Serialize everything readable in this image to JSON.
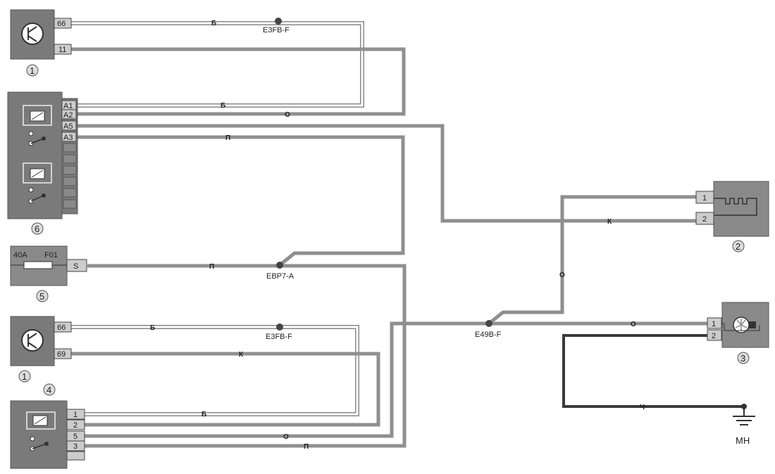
{
  "components": {
    "c1a": {
      "number": "1",
      "pins": [
        "66",
        "11"
      ]
    },
    "c6": {
      "number": "6",
      "pins": [
        "A1",
        "A2",
        "A5",
        "A3"
      ]
    },
    "c5": {
      "number": "5",
      "rating": "40A",
      "fuse": "F01",
      "pin": "S"
    },
    "c1b": {
      "number": "1",
      "pins": [
        "66",
        "69"
      ]
    },
    "c4": {
      "number": "4",
      "pins": [
        "1",
        "2",
        "5",
        "3"
      ]
    },
    "c2": {
      "number": "2",
      "pins": [
        "1",
        "2"
      ]
    },
    "c3": {
      "number": "3",
      "pins": [
        "1",
        "2"
      ]
    }
  },
  "splices": {
    "top": "E3FB-F",
    "mid": "EBP7-A",
    "right": "E49B-F",
    "bottom": "E3FB-F"
  },
  "wire_colors": {
    "b": "Б",
    "o": "О",
    "p": "П",
    "k": "К",
    "ch": "Ч"
  },
  "ground": "МН",
  "colors": {
    "box": "#7a7a7a",
    "wire_grey": "#8f8f8f",
    "wire_pink": "#8f8f8f",
    "wire_white": "#ffffff",
    "wire_black": "#3a3a3a"
  }
}
